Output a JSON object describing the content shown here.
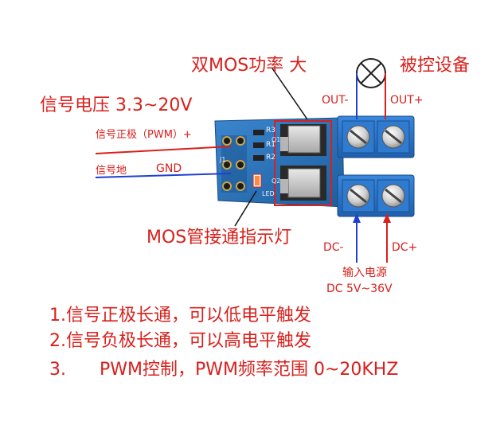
{
  "labels": {
    "mos_power": "双MOS功率  大",
    "controlled_device": "被控设备",
    "signal_voltage": "信号电压 3.3~20V",
    "signal_positive": "信号正极（PWM）+",
    "signal_ground": "信号地",
    "gnd": "GND",
    "out_minus": "OUT-",
    "out_plus": "OUT+",
    "mos_led": "MOS管接通指示灯",
    "dc_minus": "DC-",
    "dc_plus": "DC+",
    "input_power": "输入电源",
    "input_range": "DC 5V~36V"
  },
  "board": {
    "r3": "R3",
    "r1": "R1",
    "r2": "R2",
    "q1": "Q1",
    "q2": "Q2",
    "j1": "J1",
    "led": "LED"
  },
  "notes": [
    "1.信号正极长通，可以低电平触发",
    "2.信号负极长通，可以高电平触发",
    "3.      PWM控制，PWM频率范围 0~20KHZ"
  ],
  "colors": {
    "red_text": "#d8201c",
    "blue_wire": "#1f3fd0",
    "red_wire": "#d8201c",
    "pcb": "#2a6fb5",
    "terminal": "#2d74c8"
  }
}
